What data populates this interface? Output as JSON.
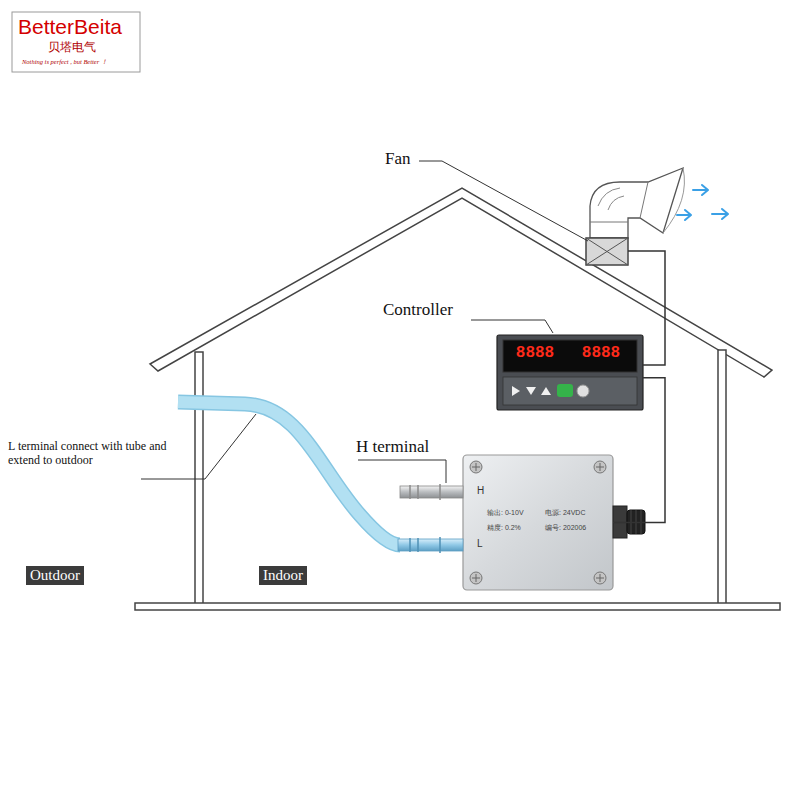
{
  "diagram": {
    "nodes": [
      {
        "text": [
          "Fan"
        ]
      },
      {
        "text": [
          "Controller",
          "8888",
          "8888"
        ]
      },
      {
        "text": [
          "H",
          "L",
          "输出: 0-10V",
          "电源: 24VDC",
          "精度: 0.2%",
          "编号: 202006"
        ]
      }
    ],
    "edges": [
      {
        "from": 2,
        "to": 1,
        "arrow": "none"
      },
      {
        "from": 1,
        "to": 0,
        "arrow": "none"
      }
    ],
    "labels": [
      "BetterBeita",
      "贝塔电气",
      "Nothing is perfect , but Better ！",
      "L terminal connect with tube and extend to outdoor",
      "H terminal",
      "Outdoor",
      "Indoor"
    ]
  }
}
